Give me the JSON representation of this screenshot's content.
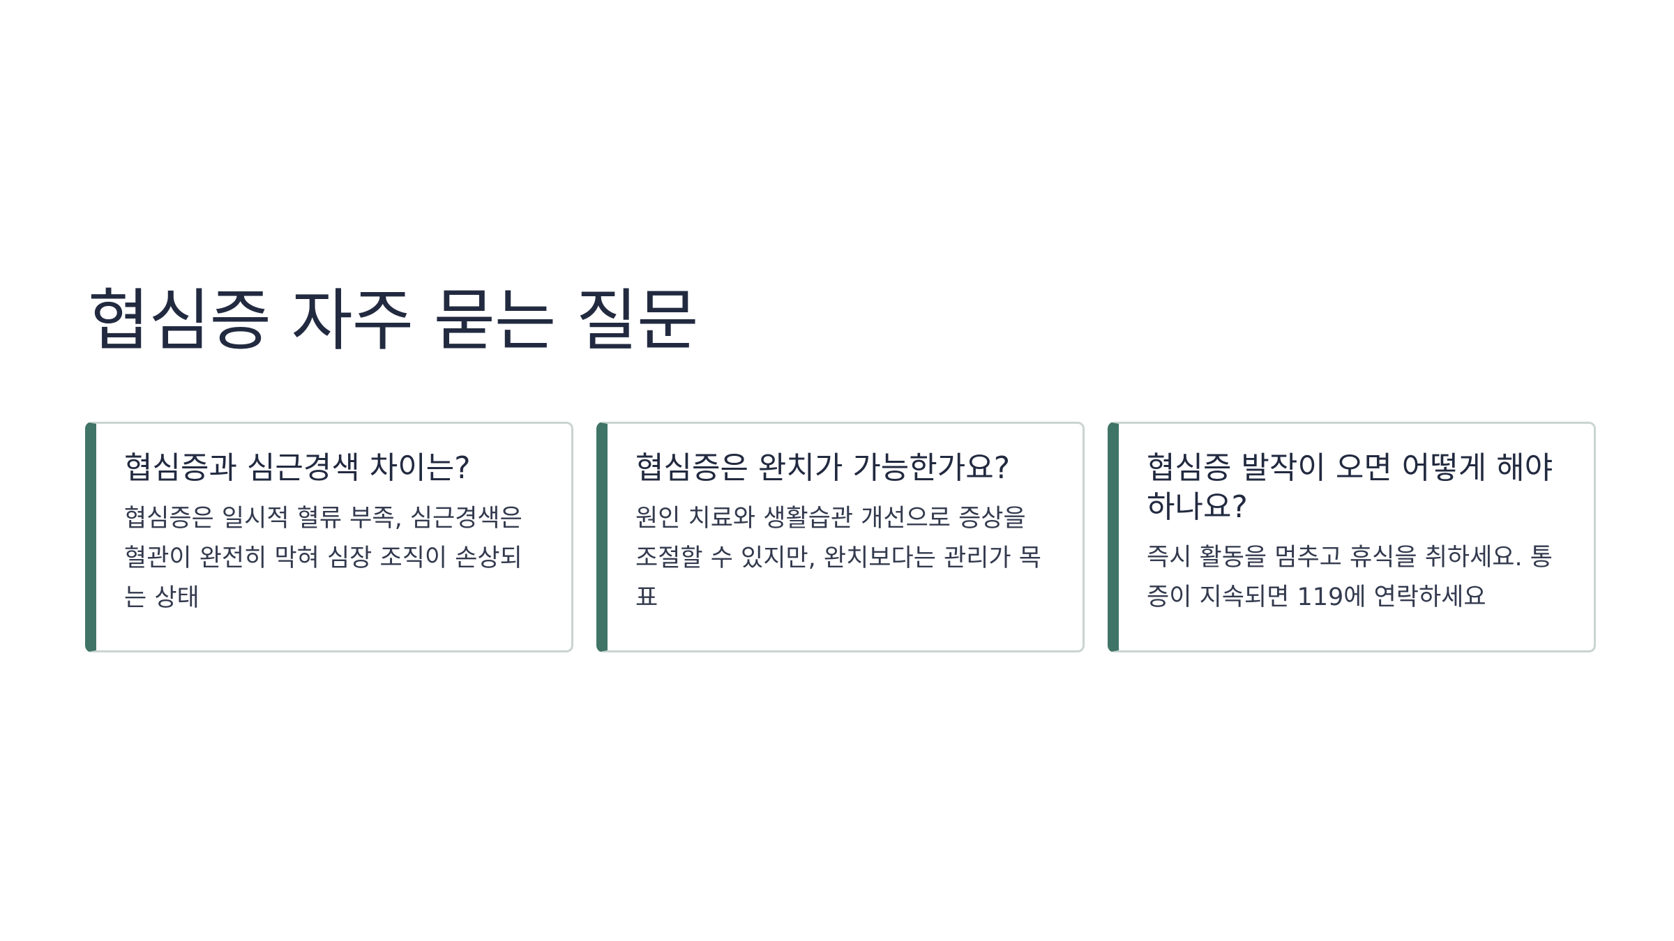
{
  "page": {
    "title": "협심증 자주 묻는 질문"
  },
  "faq": {
    "items": [
      {
        "question": "협심증과 심근경색 차이는?",
        "answer": "협심증은 일시적 혈류 부족, 심근경색은 혈관이 완전히 막혀 심장 조직이 손상되는 상태"
      },
      {
        "question": "협심증은 완치가 가능한가요?",
        "answer": "원인 치료와 생활습관 개선으로 증상을 조절할 수 있지만, 완치보다는 관리가 목표"
      },
      {
        "question": "협심증 발작이 오면 어떻게 해야 하나요?",
        "answer": "즉시 활동을 멈추고 휴식을 취하세요. 통증이 지속되면 119에 연락하세요"
      }
    ]
  },
  "colors": {
    "accent": "#3f7466",
    "card_border": "#c9d4d1",
    "text": "#222a40"
  }
}
